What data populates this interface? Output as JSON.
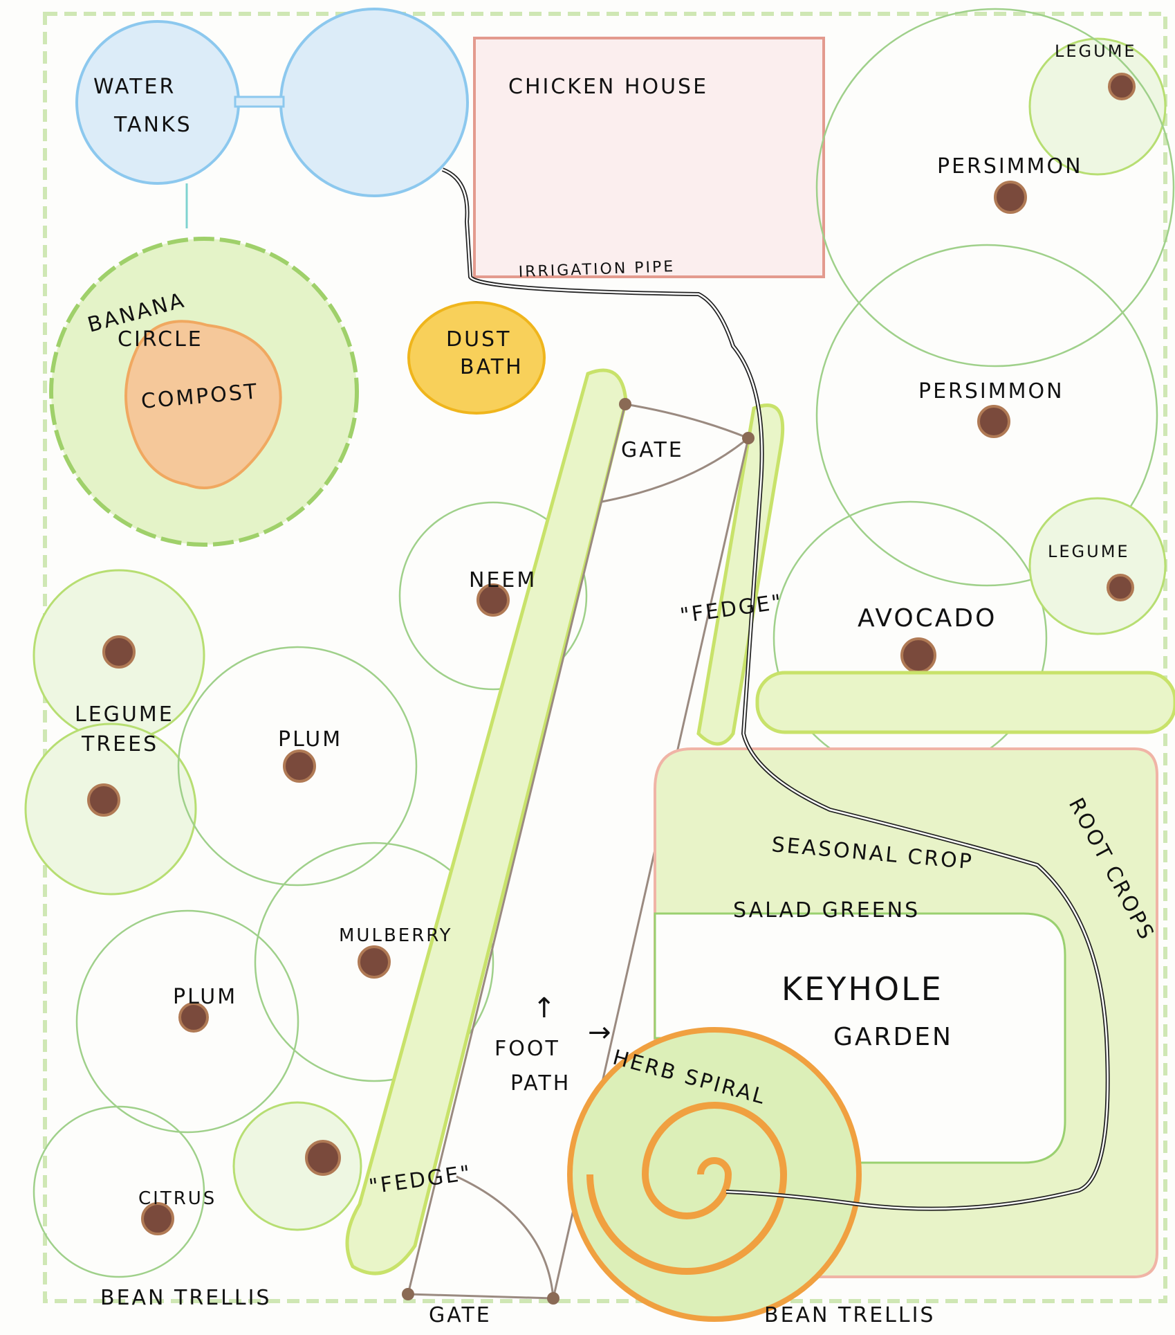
{
  "title": "Permaculture garden plan",
  "labels": {
    "water_tanks_1": "WATER",
    "water_tanks_2": "TANKS",
    "chicken_house": "CHICKEN HOUSE",
    "legume_top": "LEGUME",
    "persimmon_1": "PERSIMMON",
    "persimmon_2": "PERSIMMON",
    "legume_mid": "LEGUME",
    "avocado": "AVOCADO",
    "banana_1": "BANANA",
    "banana_2": "CIRCLE",
    "compost": "COMPOST",
    "irrigation_pipe": "IRRIGATION PIPE",
    "dust_bath_1": "DUST",
    "dust_bath_2": "BATH",
    "gate_top": "GATE",
    "neem": "NEEM",
    "fedge_right": "\"FEDGE\"",
    "legume_trees_1": "LEGUME",
    "legume_trees_2": "TREES",
    "plum_1": "PLUM",
    "mulberry": "MULBERRY",
    "plum_2": "PLUM",
    "citrus": "CITRUS",
    "fedge_left": "\"FEDGE\"",
    "foot_path_1": "FOOT",
    "foot_path_2": "PATH",
    "seasonal_crop": "SEASONAL CROP",
    "salad_greens": "SALAD GREENS",
    "root_crops": "ROOT CROPS",
    "keyhole_1": "KEYHOLE",
    "keyhole_2": "GARDEN",
    "herb_spiral": "HERB SPIRAL",
    "bean_trellis_left": "BEAN TRELLIS",
    "gate_bottom": "GATE",
    "bean_trellis_right": "BEAN TRELLIS"
  },
  "colors": {
    "water": "#9fd0f0",
    "chicken_house": "#e39a8e",
    "dust_bath": "#f5c542",
    "compost": "#f0b070",
    "herb_spiral": "#f0a040",
    "tree_trunk": "#7a4a3c"
  }
}
